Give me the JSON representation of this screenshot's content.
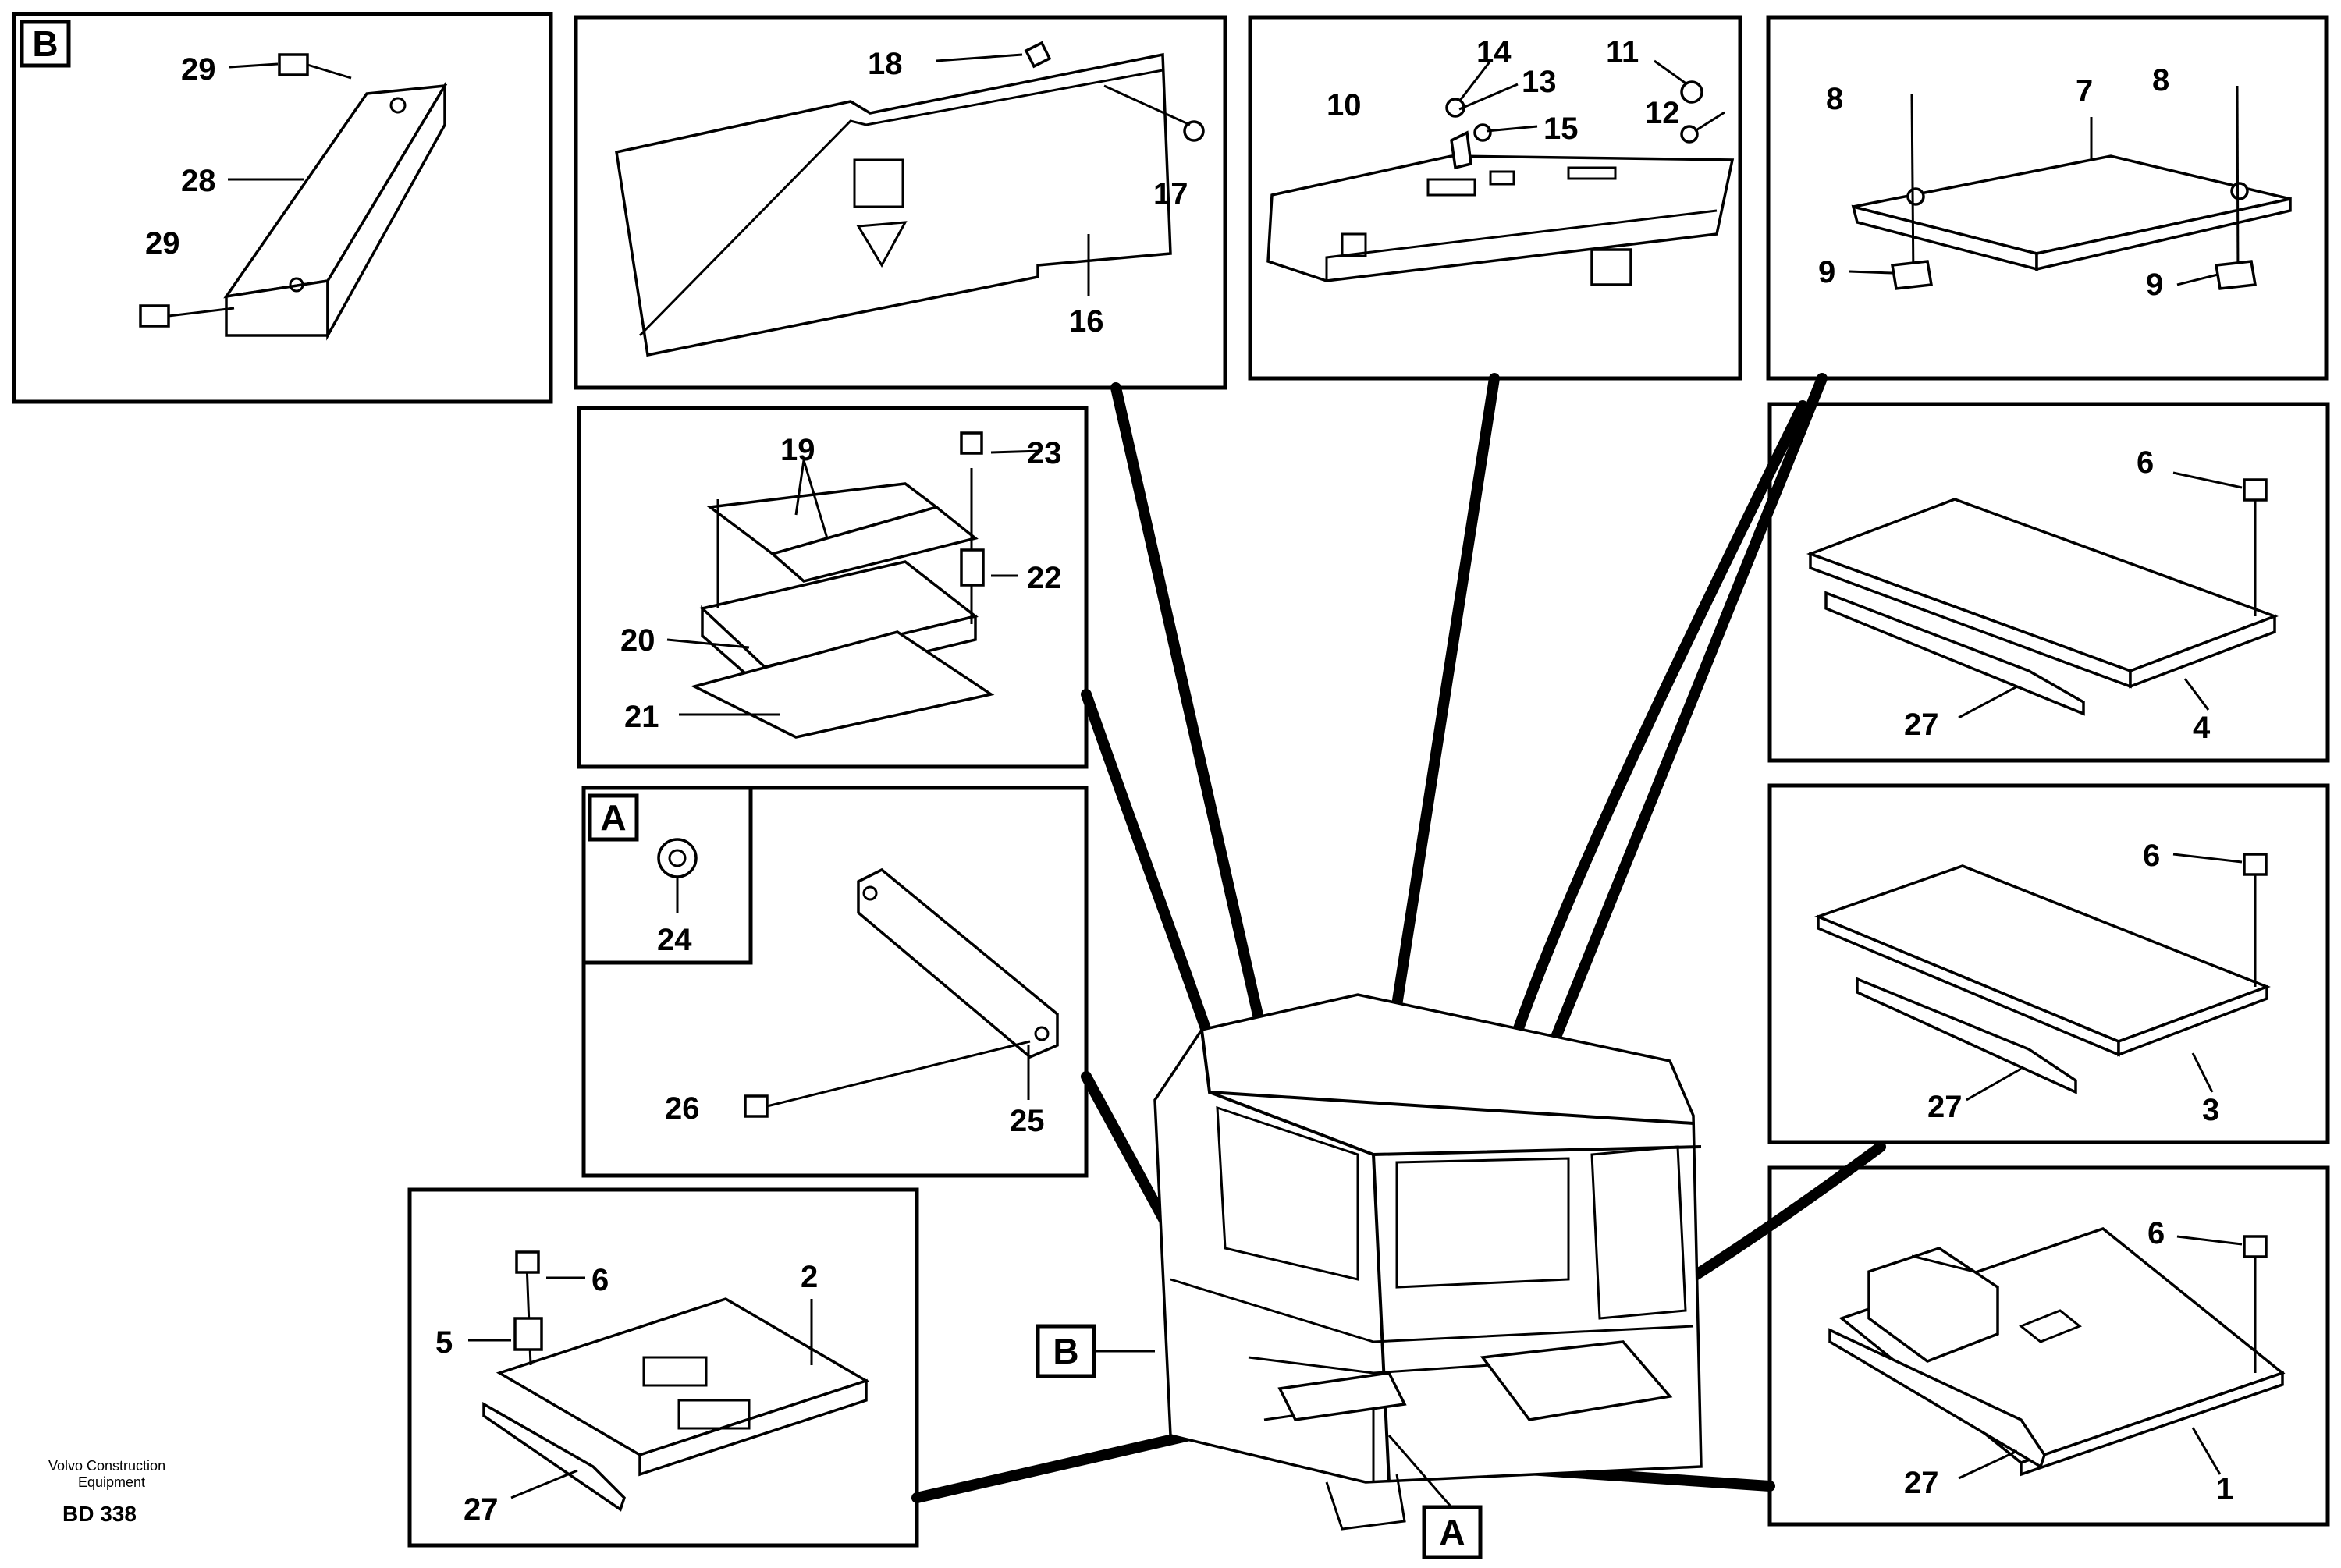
{
  "labels": {
    "n1": "1",
    "n2": "2",
    "n3": "3",
    "n4": "4",
    "n5": "5",
    "n6a": "6",
    "n6b": "6",
    "n6c": "6",
    "n6d": "6",
    "n7": "7",
    "n8a": "8",
    "n8b": "8",
    "n9a": "9",
    "n9b": "9",
    "n10": "10",
    "n11": "11",
    "n12": "12",
    "n13": "13",
    "n14": "14",
    "n15": "15",
    "n16": "16",
    "n17": "17",
    "n18": "18",
    "n19": "19",
    "n20": "20",
    "n21": "21",
    "n22": "22",
    "n23": "23",
    "n24": "24",
    "n25": "25",
    "n26": "26",
    "n27a": "27",
    "n27b": "27",
    "n27c": "27",
    "n27d": "27",
    "n28": "28",
    "n29a": "29",
    "n29b": "29"
  },
  "tags": {
    "a_inset": "A",
    "b_inset": "B",
    "a_main": "A",
    "b_main": "B"
  },
  "footer": {
    "brand_line1": "Volvo Construction",
    "brand_line2": "Equipment",
    "code": "BD 338"
  }
}
